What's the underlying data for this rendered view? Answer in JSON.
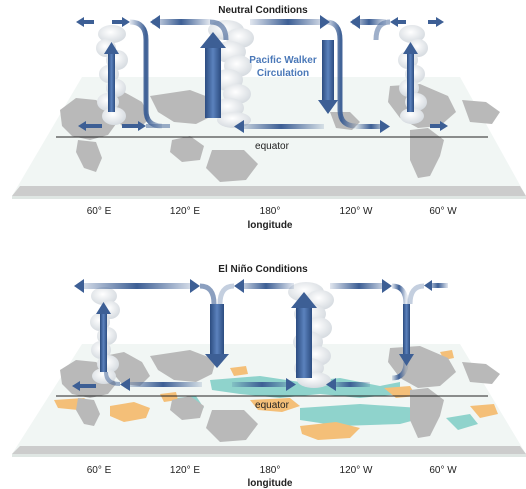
{
  "panels": [
    {
      "title": "Neutral Conditions",
      "circulation_label_line1": "Pacific Walker",
      "circulation_label_line2": "Circulation",
      "equator_label": "equator",
      "x_ticks": [
        "60° E",
        "120° E",
        "180°",
        "120° W",
        "60° W"
      ],
      "x_axis_label": "longitude"
    },
    {
      "title": "El Niño Conditions",
      "equator_label": "equator",
      "x_ticks": [
        "60° E",
        "120° E",
        "180°",
        "120° W",
        "60° W"
      ],
      "x_axis_label": "longitude"
    }
  ],
  "colors": {
    "ocean": "#f1f6f4",
    "land": "#b9b9b9",
    "arrow": "#3d5f95",
    "cloud": "#e9ecef",
    "warm_anomaly": "#f4bf78",
    "cool_anomaly": "#8fd3cc",
    "label_blue": "#4a78b8"
  },
  "icons": [
    "updraft-arrow-icon",
    "downdraft-arrow-icon",
    "cloud-column-icon"
  ]
}
